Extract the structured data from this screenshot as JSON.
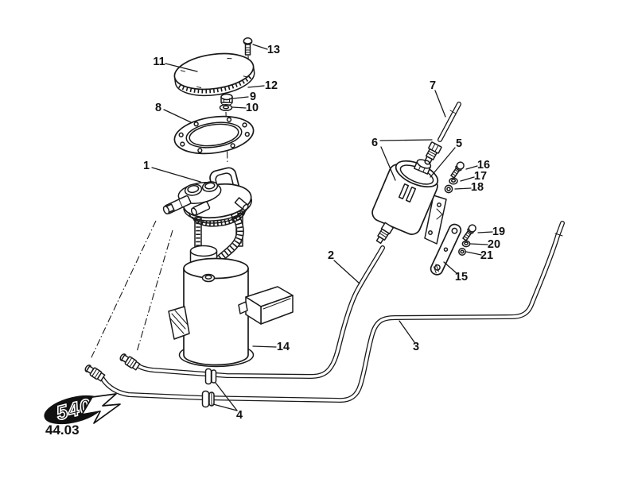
{
  "figure": {
    "kind": "exploded-parts-diagram",
    "subject": "fuel pump assembly with hoses, filter and fittings",
    "ink_color": "#1a1a1a",
    "paper_color": "#ffffff"
  },
  "labels": [
    {
      "text": "1"
    },
    {
      "text": "2"
    },
    {
      "text": "3"
    },
    {
      "text": "4"
    },
    {
      "text": "5"
    },
    {
      "text": "6"
    },
    {
      "text": "7"
    },
    {
      "text": "8"
    },
    {
      "text": "9"
    },
    {
      "text": "10"
    },
    {
      "text": "11"
    },
    {
      "text": "12"
    },
    {
      "text": "13"
    },
    {
      "text": "14"
    },
    {
      "text": "15"
    },
    {
      "text": "16"
    },
    {
      "text": "17"
    },
    {
      "text": "18"
    },
    {
      "text": "19"
    },
    {
      "text": "20"
    },
    {
      "text": "21"
    }
  ],
  "logo": {
    "text": "540"
  },
  "footer": {
    "catalog_code": "44.03"
  }
}
